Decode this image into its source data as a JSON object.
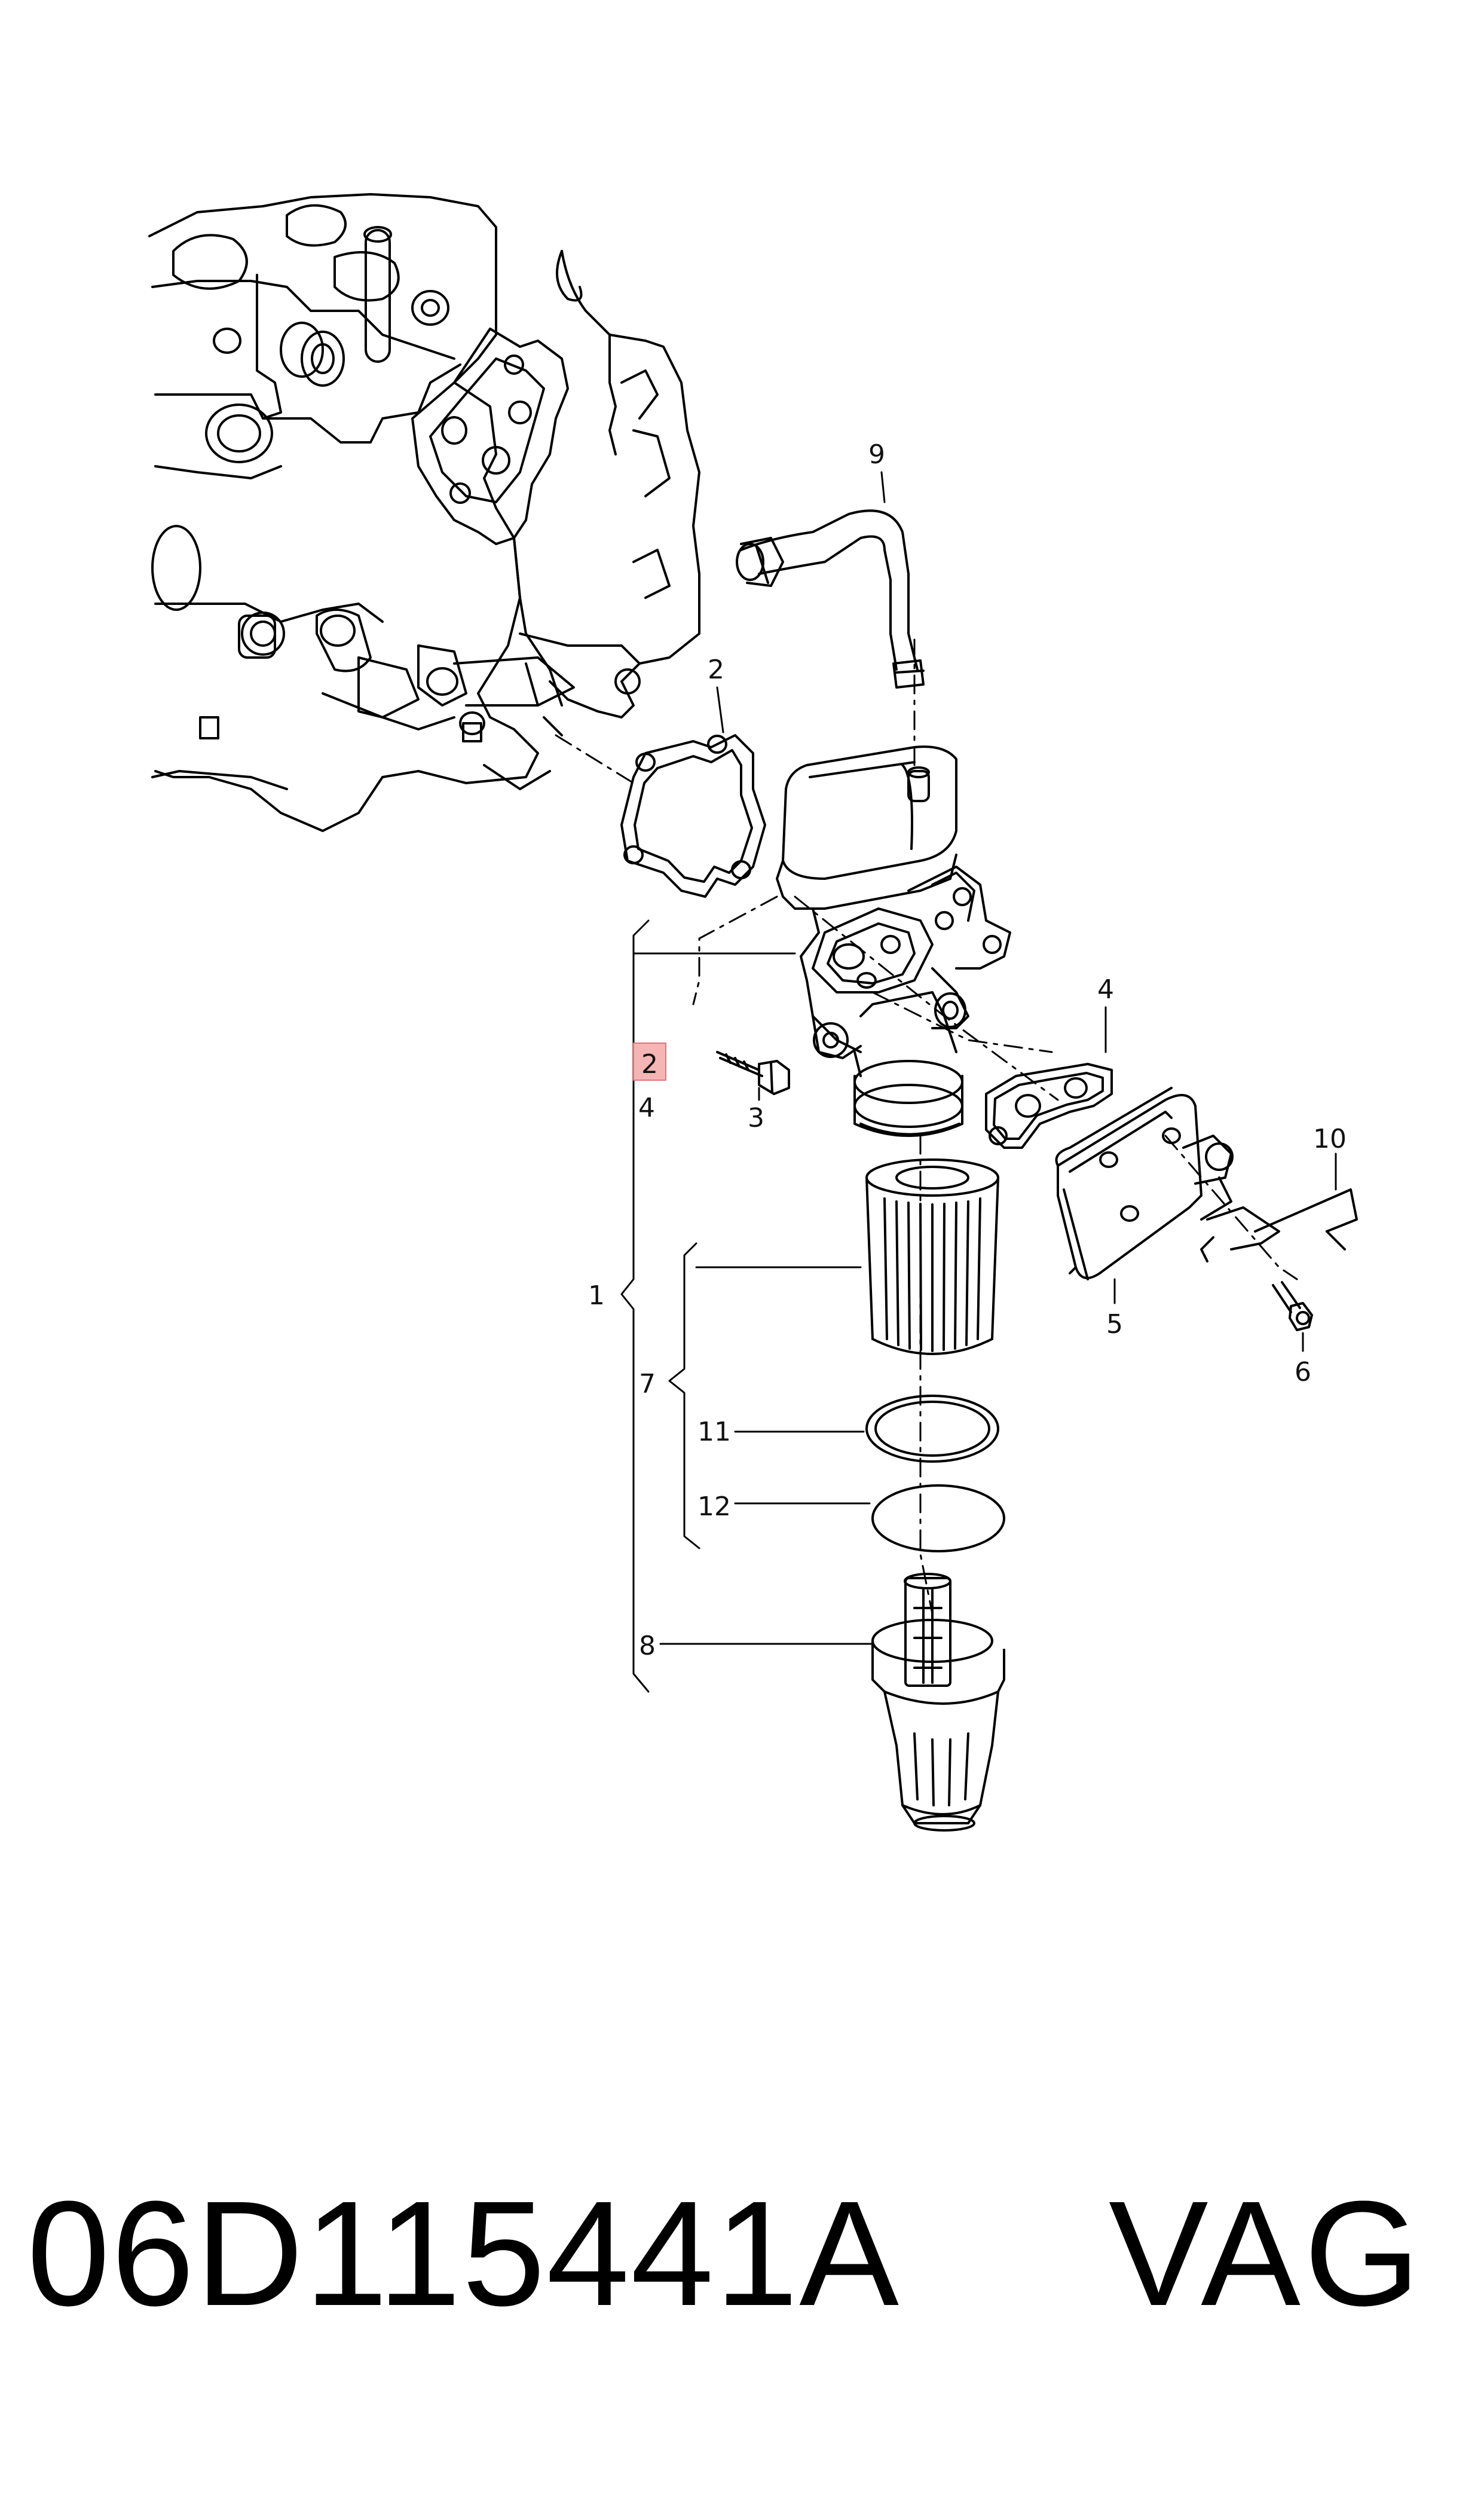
{
  "diagram": {
    "callouts": {
      "c1": "1",
      "c2a": "2",
      "c2b": "2",
      "c3": "3",
      "c4a": "4",
      "c4b": "4",
      "c5": "5",
      "c6": "6",
      "c7": "7",
      "c8": "8",
      "c9": "9",
      "c10": "10",
      "c11": "11",
      "c12": "12"
    },
    "highlight_color": "#f5b5b5"
  },
  "footer": {
    "part_number": "06D115441A",
    "brand": "VAG"
  }
}
